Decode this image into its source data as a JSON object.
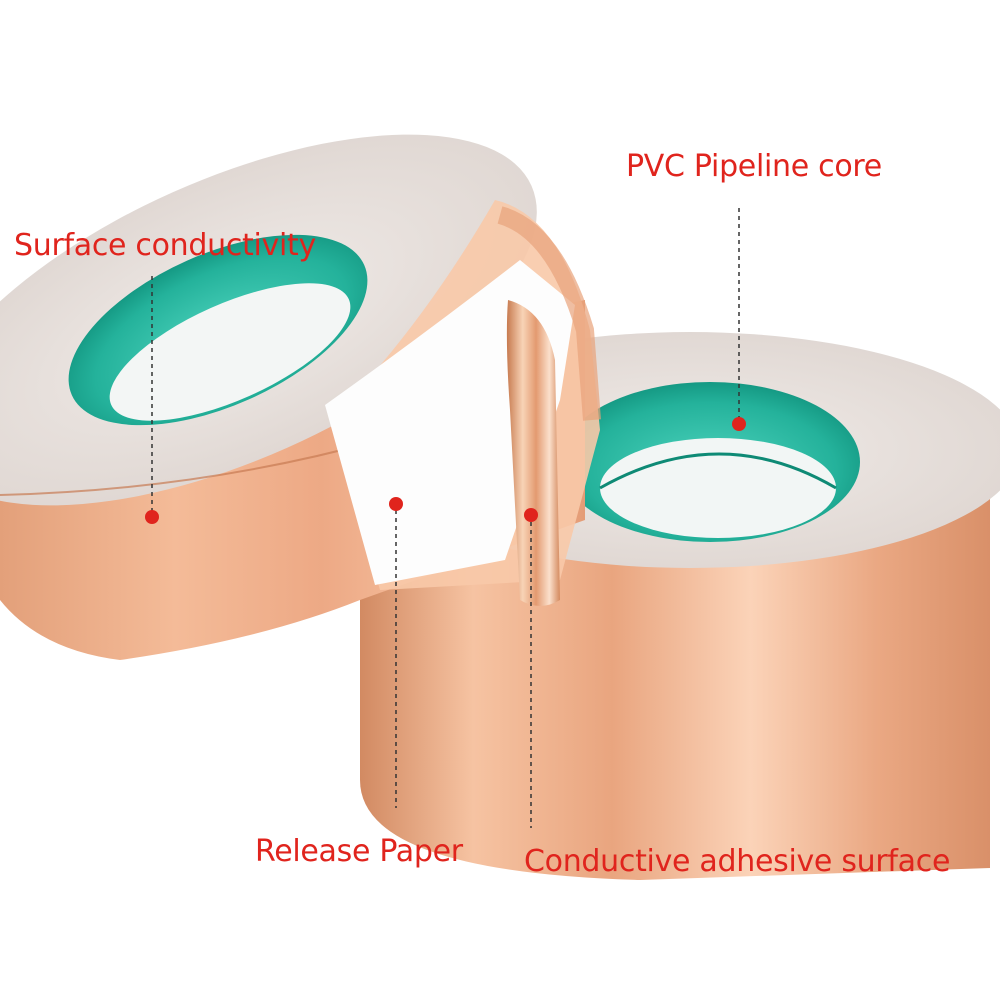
{
  "callouts": {
    "surface_conductivity": "Surface conductivity",
    "pvc_pipeline_core": "PVC Pipeline core",
    "release_paper": "Release Paper",
    "conductive_adhesive_surface": "Conductive adhesive surface"
  },
  "colors": {
    "label_red": "#e0241d",
    "copper": "#e8a67e",
    "core_teal": "#15a58f",
    "adhesive_gray": "#e9e3e0",
    "release_white": "#fdfdfd"
  }
}
